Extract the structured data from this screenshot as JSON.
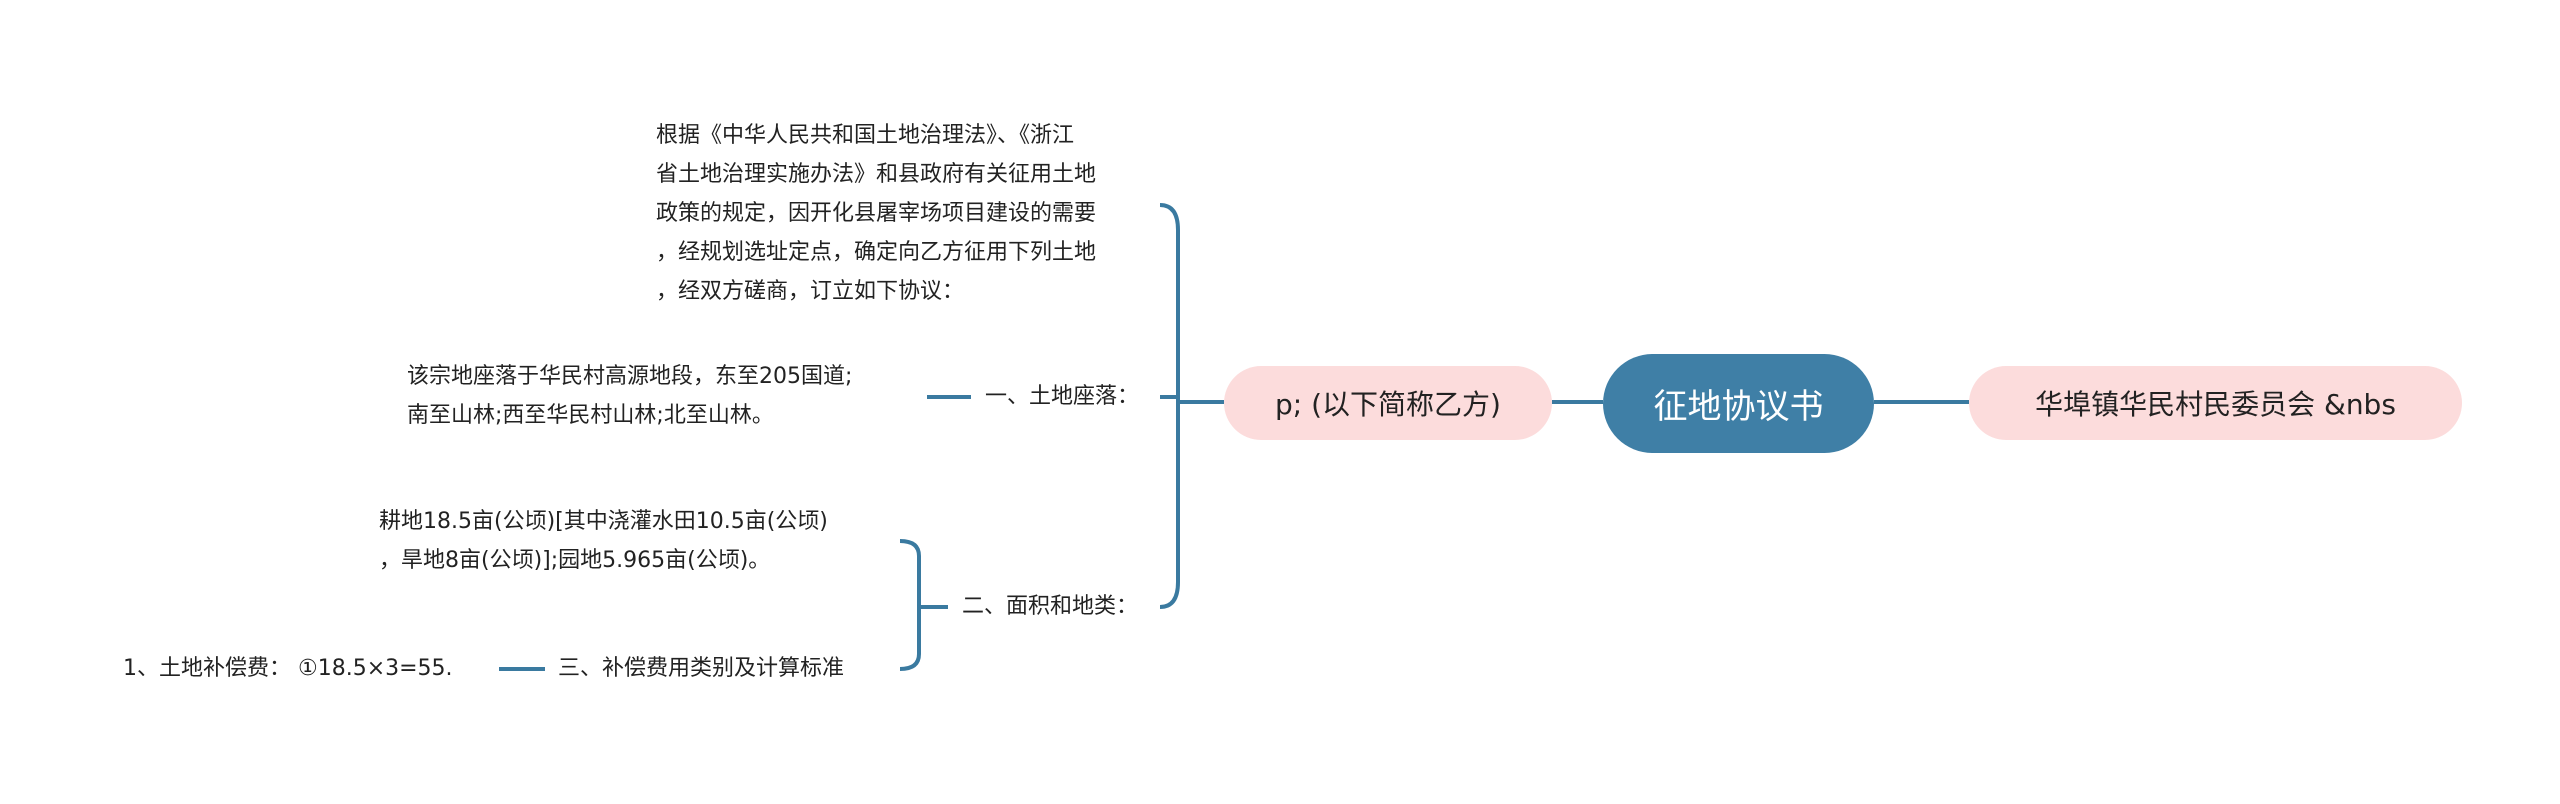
{
  "root": {
    "label": "征地协议书"
  },
  "right_node": {
    "label": "华埠镇华民村民委员会 &nbs"
  },
  "left_node": {
    "label": "p; (以下简称乙方)"
  },
  "intro": {
    "lines": [
      "根据《中华人民共和国土地治理法》、《浙江",
      "省土地治理实施办法》和县政府有关征用土地",
      "政策的规定，因开化县屠宰场项目建设的需要",
      "，经规划选址定点，确定向乙方征用下列土地",
      "，经双方磋商，订立如下协议："
    ]
  },
  "section1": {
    "label": "一、土地座落：",
    "detail": [
      "该宗地座落于华民村高源地段，东至205国道;",
      "南至山林;西至华民村山林;北至山林。"
    ]
  },
  "section2": {
    "label": "二、面积和地类：",
    "detail": [
      "耕地18.5亩(公顷)[其中浇灌水田10.5亩(公顷)",
      "，旱地8亩(公顷)];园地5.965亩(公顷)。"
    ]
  },
  "section3": {
    "label": "三、补偿费用类别及计算标准",
    "detail": "1、土地补偿费： ①18.5×3=55."
  },
  "colors": {
    "line": "#3a7aa0",
    "root": "#3f7fa6",
    "pink": "#fcdcdc"
  }
}
